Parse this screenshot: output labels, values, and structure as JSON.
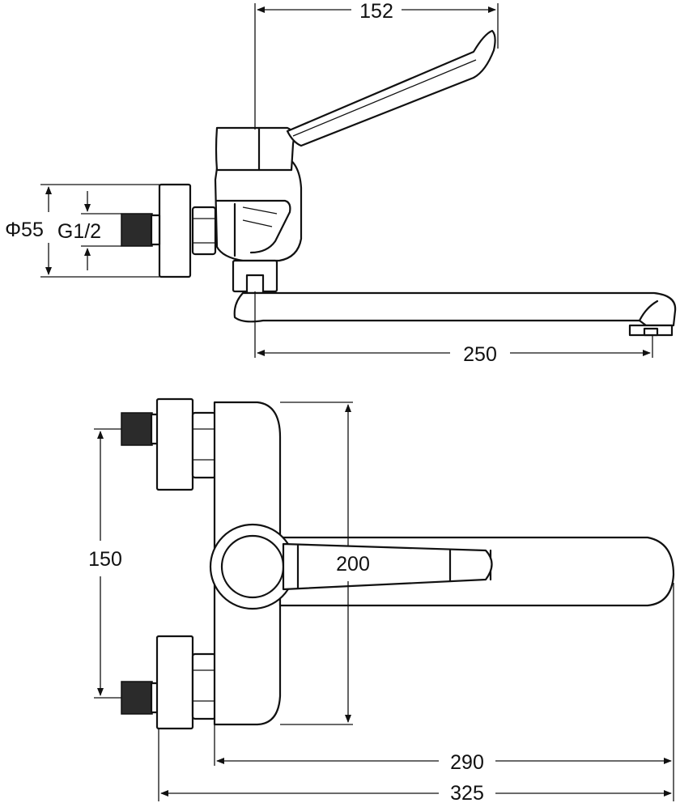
{
  "dimensions": {
    "top_handle_offset": "152",
    "outlet_diameter": "Φ55",
    "thread_size": "G1/2",
    "spout_length_side": "250",
    "inlet_spacing": "150",
    "body_height": "200",
    "spout_length_front": "290",
    "overall_width": "325"
  }
}
